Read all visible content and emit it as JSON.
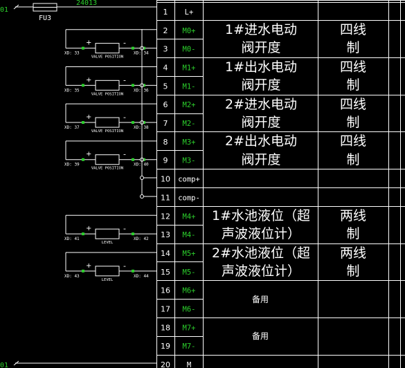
{
  "top_wire": {
    "left_tag": "01",
    "wire_tag": "24013",
    "fuse_label": "FU3"
  },
  "bottom_wire": {
    "left_tag": "01"
  },
  "terminals": [
    {
      "num": "1",
      "label": "L+"
    },
    {
      "num": "2",
      "label": "M0+"
    },
    {
      "num": "3",
      "label": "M0-"
    },
    {
      "num": "4",
      "label": "M1+"
    },
    {
      "num": "5",
      "label": "M1-"
    },
    {
      "num": "6",
      "label": "M2+"
    },
    {
      "num": "7",
      "label": "M2-"
    },
    {
      "num": "8",
      "label": "M3+"
    },
    {
      "num": "9",
      "label": "M3-"
    },
    {
      "num": "10",
      "label": "comp+"
    },
    {
      "num": "11",
      "label": "comp-"
    },
    {
      "num": "12",
      "label": "M4+"
    },
    {
      "num": "13",
      "label": "M4-"
    },
    {
      "num": "14",
      "label": "M5+"
    },
    {
      "num": "15",
      "label": "M5-"
    },
    {
      "num": "16",
      "label": "M6+"
    },
    {
      "num": "17",
      "label": "M6-"
    },
    {
      "num": "18",
      "label": "M7+"
    },
    {
      "num": "19",
      "label": "M7-"
    },
    {
      "num": "20",
      "label": "M"
    }
  ],
  "descriptions": [
    {
      "line1": "1#进水电动",
      "line2": "阀开度",
      "wiring1": "四线",
      "wiring2": "制"
    },
    {
      "line1": "1#出水电动",
      "line2": "阀开度",
      "wiring1": "四线",
      "wiring2": "制"
    },
    {
      "line1": "2#进水电动",
      "line2": "阀开度",
      "wiring1": "四线",
      "wiring2": "制"
    },
    {
      "line1": "2#出水电动",
      "line2": "阀开度",
      "wiring1": "四线",
      "wiring2": "制"
    },
    {
      "line1": "1#水池液位（超",
      "line2": "声波液位计）",
      "wiring1": "两线",
      "wiring2": "制"
    },
    {
      "line1": "2#水池液位（超",
      "line2": "声波液位计）",
      "wiring1": "两线",
      "wiring2": "制"
    }
  ],
  "spare": [
    "备用",
    "备用"
  ],
  "sensors": [
    {
      "label": "VALVE POSITION",
      "xd_left": "XD: 33",
      "xd_right": "XD: 34"
    },
    {
      "label": "VALVE POSITION",
      "xd_left": "XD: 35",
      "xd_right": "XD: 36"
    },
    {
      "label": "VALVE POSITION",
      "xd_left": "XD: 37",
      "xd_right": "XD: 38"
    },
    {
      "label": "VALVE POSITION",
      "xd_left": "XD: 39",
      "xd_right": "XD: 40"
    },
    {
      "label": "LEVEL",
      "xd_left": "XD: 41",
      "xd_right": "XD: 42"
    },
    {
      "label": "LEVEL",
      "xd_left": "XD: 43",
      "xd_right": "XD: 44"
    }
  ],
  "polarity": {
    "plus": "+",
    "minus": "-"
  }
}
